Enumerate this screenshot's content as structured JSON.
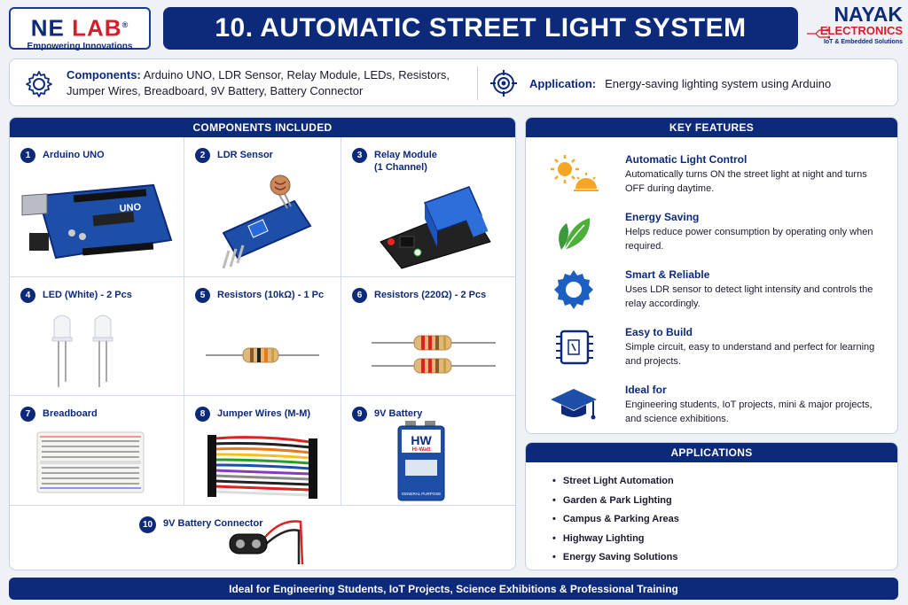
{
  "header": {
    "logo_left": {
      "part1": "NE",
      "part2": "LAB",
      "reg": "®",
      "tagline": "Empowering Innovations"
    },
    "title": "10. AUTOMATIC STREET LIGHT SYSTEM",
    "logo_right": {
      "line1": "NAYAK",
      "line2": "ELECTRONICS",
      "tagline": "IoT & Embedded Solutions"
    }
  },
  "info": {
    "components_label": "Components:",
    "components_text": "Arduino UNO, LDR Sensor, Relay Module, LEDs, Resistors, Jumper Wires, Breadboard, 9V Battery, Battery Connector",
    "application_label": "Application:",
    "application_text": "Energy-saving lighting system using Arduino"
  },
  "components": {
    "heading": "COMPONENTS INCLUDED",
    "items": [
      {
        "num": "1",
        "name": "Arduino UNO",
        "board_label": "UNO"
      },
      {
        "num": "2",
        "name": "LDR Sensor"
      },
      {
        "num": "3",
        "name": "Relay Module",
        "sub": "(1 Channel)"
      },
      {
        "num": "4",
        "name": "LED (White) - 2 Pcs"
      },
      {
        "num": "5",
        "name": "Resistors (10kΩ) - 1 Pc"
      },
      {
        "num": "6",
        "name": "Resistors (220Ω) - 2 Pcs"
      },
      {
        "num": "7",
        "name": "Breadboard"
      },
      {
        "num": "8",
        "name": "Jumper Wires (M-M)"
      },
      {
        "num": "9",
        "name": "9V Battery",
        "battery_brand": "HW",
        "battery_sub": "Hi-Watt",
        "battery_label": "GENERAL PURPOSE"
      },
      {
        "num": "10",
        "name": "9V Battery Connector"
      }
    ]
  },
  "features": {
    "heading": "KEY FEATURES",
    "items": [
      {
        "icon": "sun-icon",
        "title": "Automatic Light Control",
        "desc": "Automatically turns ON the street light at night and turns OFF during daytime."
      },
      {
        "icon": "leaf-icon",
        "title": "Energy Saving",
        "desc": "Helps reduce power consumption by operating only when required."
      },
      {
        "icon": "gear-icon",
        "title": "Smart & Reliable",
        "desc": "Uses LDR sensor to detect light intensity and controls the relay accordingly."
      },
      {
        "icon": "chip-icon",
        "title": "Easy to Build",
        "desc": "Simple circuit, easy to understand and perfect for learning and projects."
      },
      {
        "icon": "graduation-cap-icon",
        "title": "Ideal for",
        "desc": "Engineering students, IoT projects, mini & major projects, and science exhibitions."
      }
    ]
  },
  "applications": {
    "heading": "APPLICATIONS",
    "items": [
      "Street Light Automation",
      "Garden & Park Lighting",
      "Campus & Parking Areas",
      "Highway Lighting",
      "Energy Saving Solutions"
    ]
  },
  "footer": {
    "text": "Ideal for Engineering Students, IoT Projects, Science Exhibitions & Professional Training"
  },
  "colors": {
    "navy": "#0d2a7a",
    "red": "#d21f2b",
    "accent_orange": "#f5a623",
    "leaf_green": "#3a9a3a"
  }
}
